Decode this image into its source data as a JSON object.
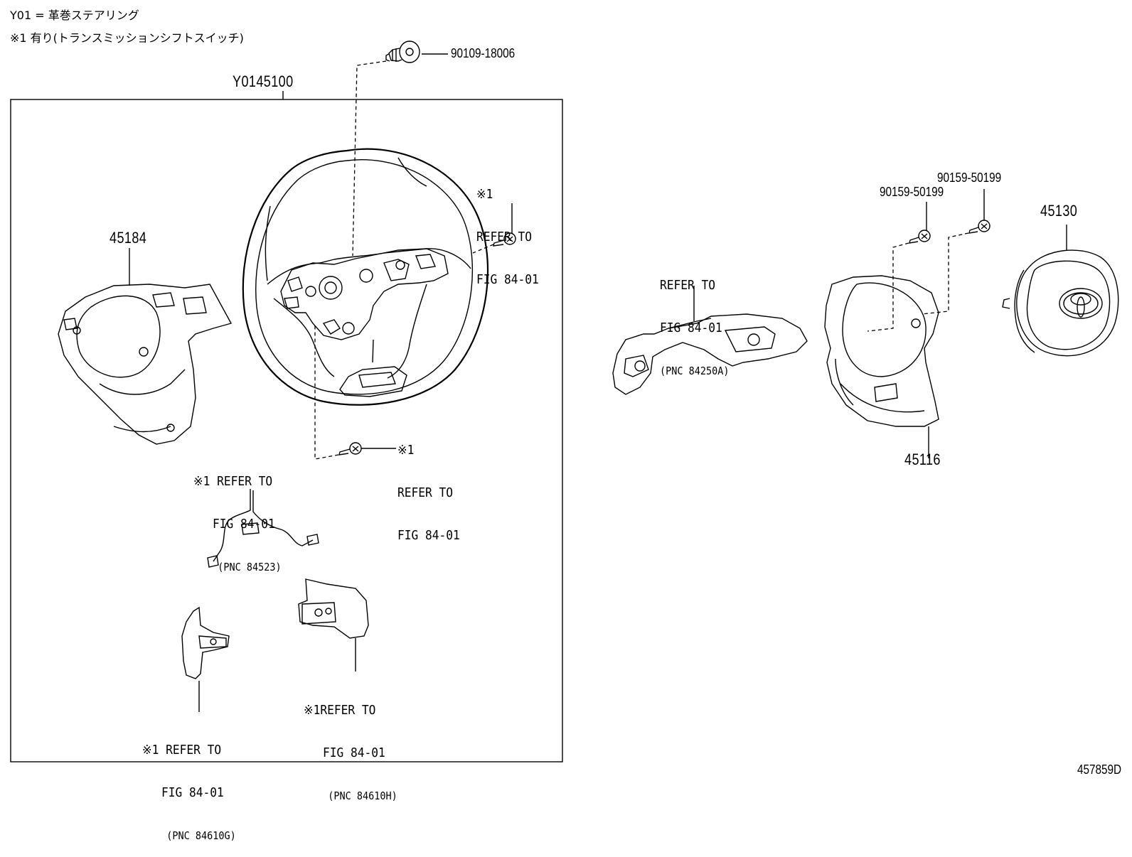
{
  "notes": {
    "line1": "Y01 = 革巻ステアリング",
    "line2": "※1 有り(トランスミッションシフトスイッチ)"
  },
  "assembly": {
    "part_number": "Y0145100"
  },
  "parts": {
    "bolt_top": "90109-18006",
    "cover_left": "45184",
    "pad": "45130",
    "cover_lower": "45116",
    "screw_a": "90159-50199",
    "screw_b": "90159-50199"
  },
  "refs": {
    "wheel_right": [
      "※1",
      "REFER TO",
      "FIG 84-01"
    ],
    "wheel_bottom": [
      "※1",
      "REFER TO",
      "FIG 84-01"
    ],
    "harness": [
      "※1 REFER TO",
      "FIG 84-01",
      "(PNC 84523)"
    ],
    "switch_right": [
      "※1REFER TO",
      "FIG 84-01",
      "(PNC 84610H)"
    ],
    "switch_left": [
      "※1 REFER TO",
      "FIG 84-01",
      "(PNC 84610G)"
    ],
    "steering_switch": [
      "REFER TO",
      "FIG 84-01",
      "(PNC 84250A)"
    ]
  },
  "figure_id": "457859D",
  "icons": [
    "toyota-emblem-icon"
  ]
}
